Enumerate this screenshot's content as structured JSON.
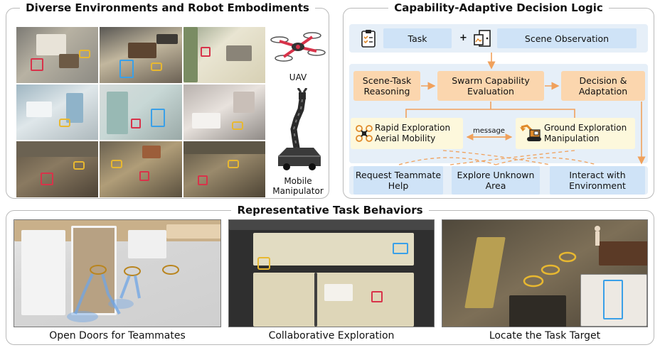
{
  "panels": {
    "environments": {
      "title": "Diverse Environments and Robot Embodiments",
      "robots": [
        "UAV",
        "Mobile Manipulator"
      ]
    },
    "logic": {
      "title": "Capability-Adaptive Decision Logic",
      "inputs": {
        "task": "Task",
        "plus": "+",
        "scene": "Scene Observation"
      },
      "reasoning": [
        "Scene-Task Reasoning",
        "Swarm Capability Evaluation",
        "Decision & Adaptation"
      ],
      "capabilities": {
        "aerial": "Rapid Exploration Aerial Mobility",
        "ground": "Ground Exploration Manipulation",
        "link": "message"
      },
      "actions": [
        "Request Teammate Help",
        "Explore Unknown Area",
        "Interact with Environment"
      ]
    },
    "behaviors": {
      "title": "Representative Task Behaviors",
      "captions": [
        "Open Doors for Teammates",
        "Collaborative Exploration",
        "Locate the Task Target"
      ]
    }
  },
  "colors": {
    "panel_border": "#b9b9b9",
    "blue_box": "#cfe3f7",
    "blue_band": "#e6eff8",
    "orange_box": "#fbd6ae",
    "yellow_box": "#fdf8dc",
    "arrow": "#f0a15c",
    "drone_red": "#d8334a"
  },
  "icons": [
    "task-clipboard-icon",
    "scene-observation-icon",
    "drone-icon",
    "excavator-icon",
    "uav-icon",
    "mobile-manipulator-icon"
  ]
}
